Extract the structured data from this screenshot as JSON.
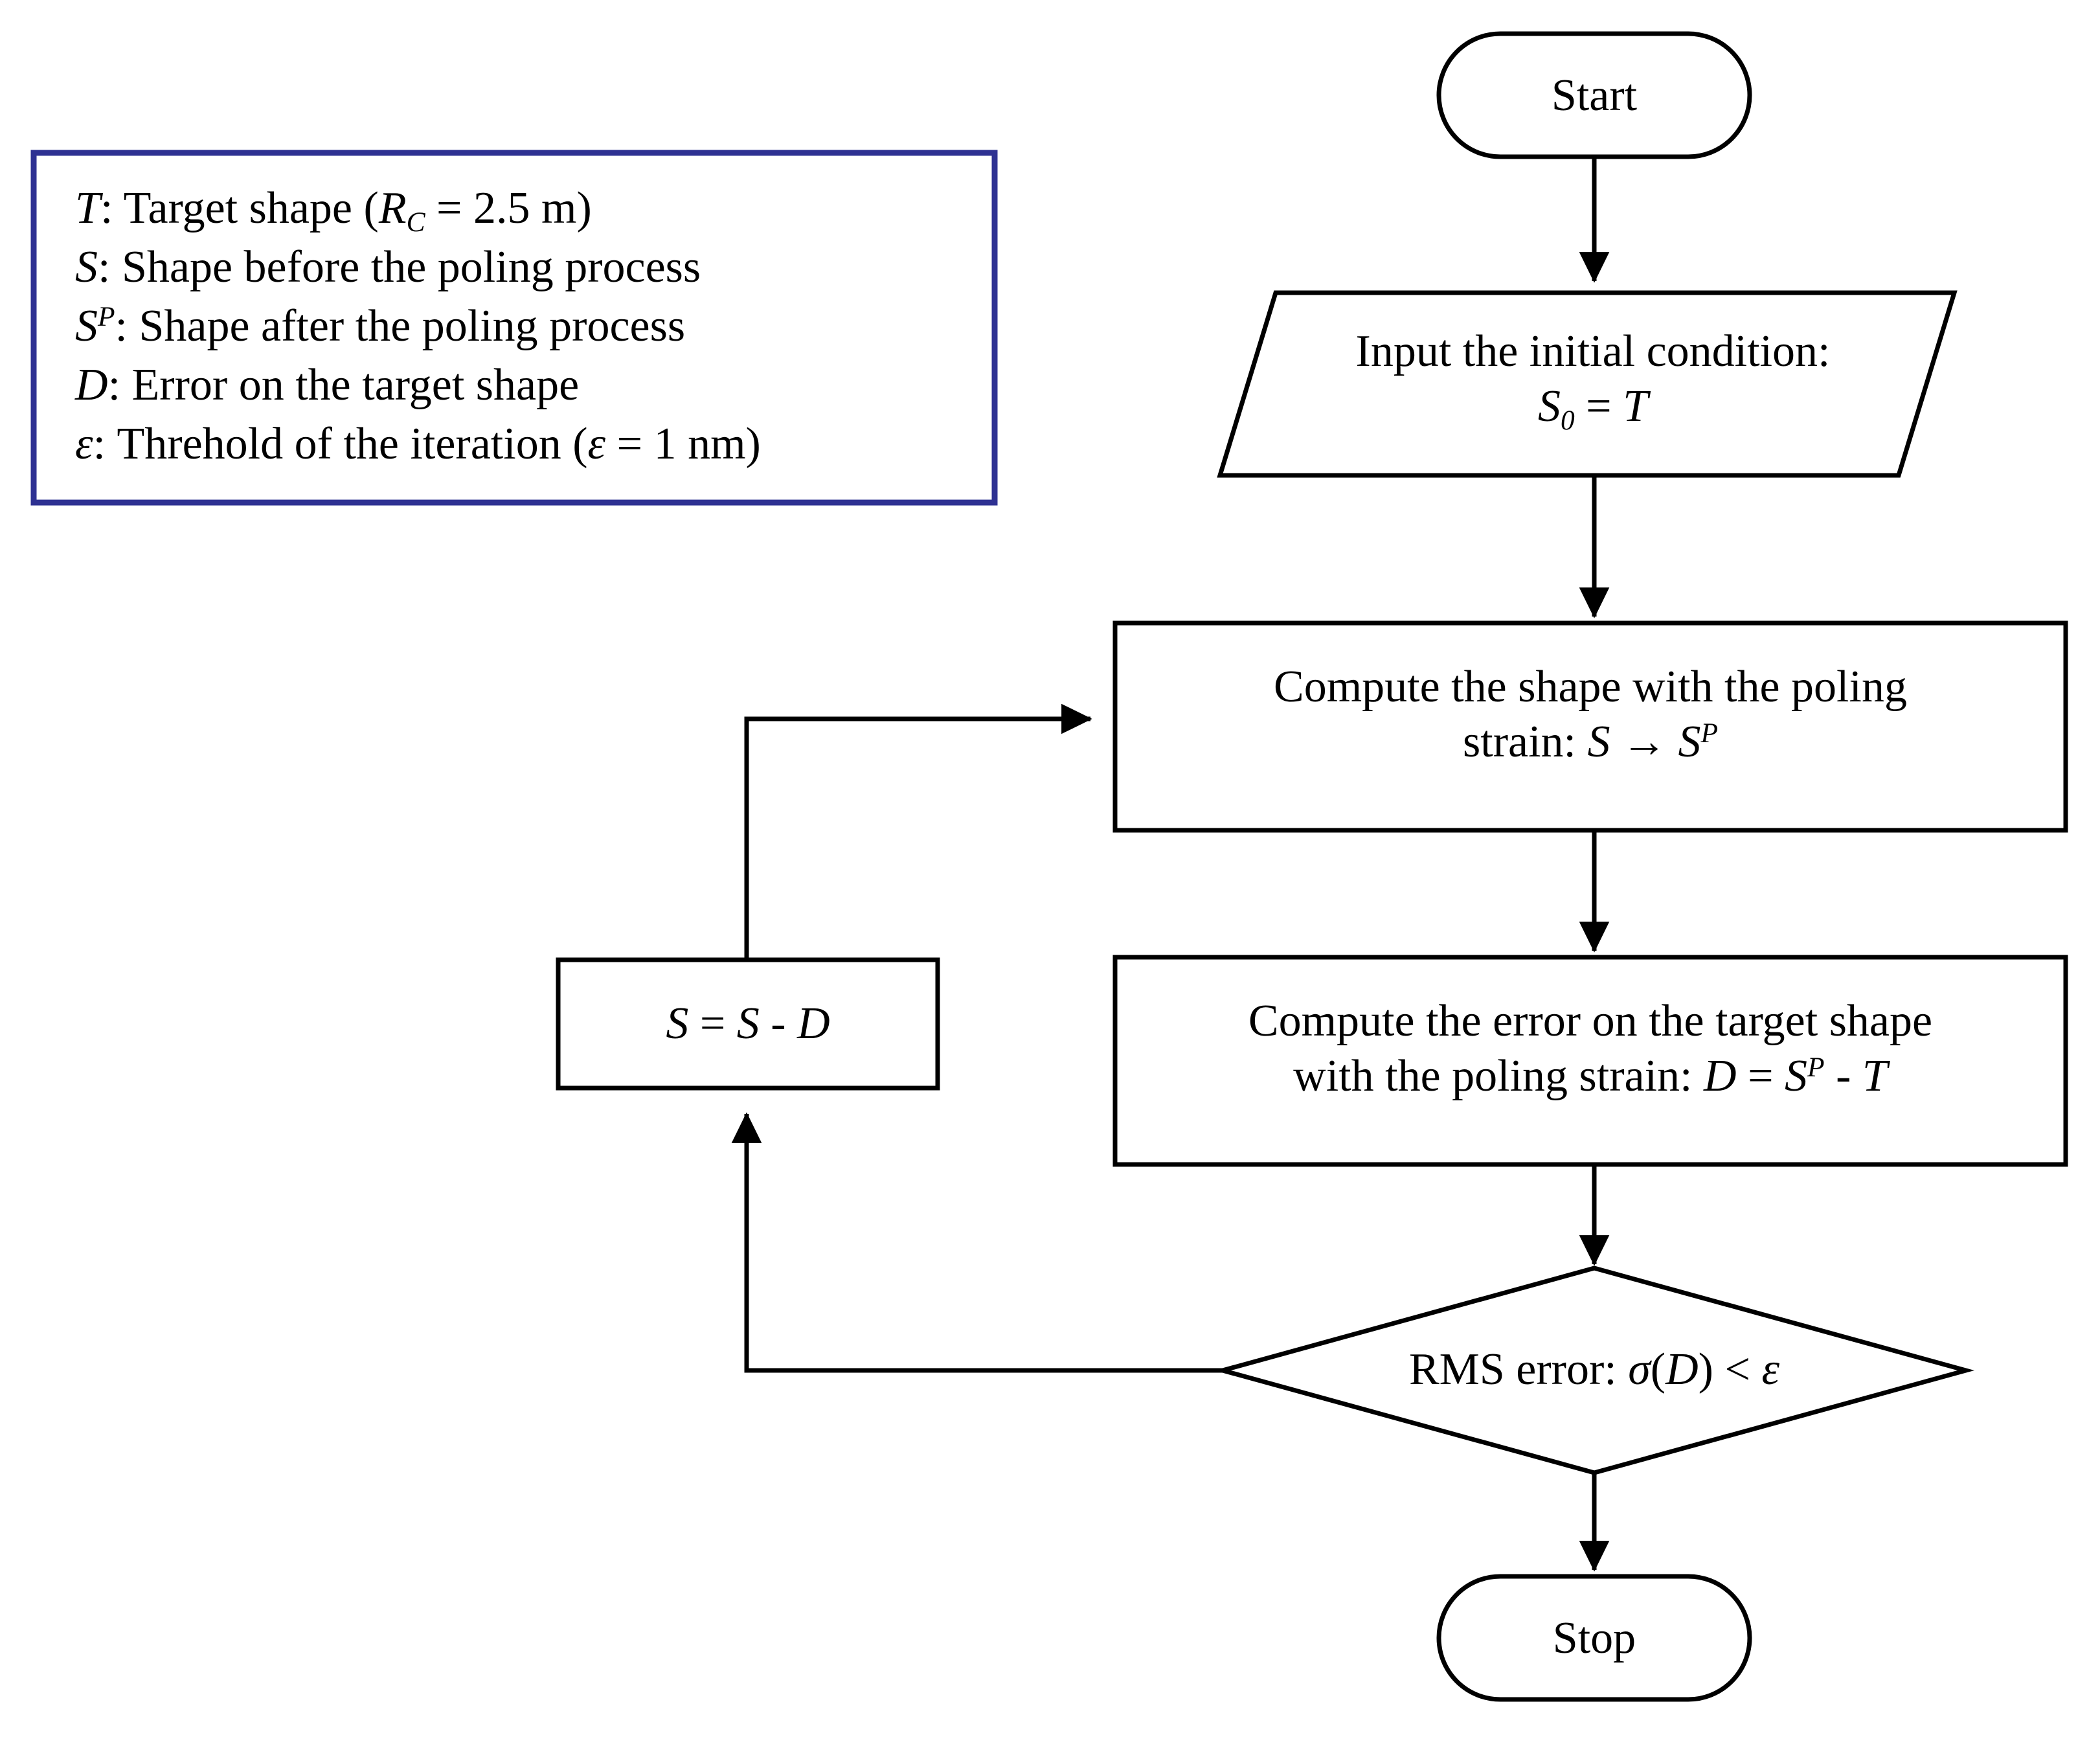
{
  "diagram": {
    "title": "Iterative poling-strain shape correction flowchart",
    "legend": {
      "name": "symbol-legend",
      "border_color": "#2E3192",
      "lines": [
        {
          "symbol": "T",
          "symbol_style": "italic",
          "text": ": Target shape (",
          "sub_symbol": "R",
          "sub": "C",
          "tail": " = 2.5 m)",
          "plain": "T: Target shape (RC = 2.5 m)"
        },
        {
          "symbol": "S",
          "symbol_style": "italic",
          "plain": "S: Shape before the poling process",
          "text": ": Shape before the poling process"
        },
        {
          "symbol": "S",
          "sup": "P",
          "symbol_style": "italic",
          "plain": "SP: Shape after the poling process",
          "text": ": Shape after the poling process"
        },
        {
          "symbol": "D",
          "symbol_style": "italic",
          "plain": "D: Error on the target shape",
          "text": ": Error on the target shape"
        },
        {
          "symbol": "ε",
          "symbol_style": "italic",
          "plain": "ε: Threhold of the iteration (ε = 1 nm)",
          "text": ": Threhold of the iteration (",
          "tail": " = 1 nm)"
        }
      ]
    },
    "nodes": [
      {
        "id": "start",
        "type": "terminator",
        "label": "Start"
      },
      {
        "id": "input",
        "type": "input-output",
        "line1": "Input the initial condition:",
        "line2_symbol": "S",
        "line2_sub": "0",
        "line2_tail": " = ",
        "line2_rhs": "T",
        "line2_plain": "S0 = T"
      },
      {
        "id": "compute-shape",
        "type": "process",
        "line1": "Compute the shape with the poling",
        "line2_prefix": "strain: ",
        "line2_lhs": "S",
        "line2_arrow": " → ",
        "line2_rhs": "S",
        "line2_rhs_sup": "P",
        "line2_plain": "strain: S → SP"
      },
      {
        "id": "compute-error",
        "type": "process",
        "line1": "Compute the error on the target shape",
        "line2_prefix": "with the poling strain: ",
        "line2_lhs": "D",
        "line2_eq": " = ",
        "line2_rhs": "S",
        "line2_rhs_sup": "P",
        "line2_minus": " - ",
        "line2_last": "T",
        "line2_plain": "with the poling strain: D = SP - T"
      },
      {
        "id": "update",
        "type": "process",
        "lhs": "S",
        "eq": " = ",
        "rhs": "S",
        "minus": " - ",
        "last": "D",
        "plain": "S = S - D"
      },
      {
        "id": "decision",
        "type": "decision",
        "prefix": "RMS error: ",
        "sigma": "σ",
        "open": "(",
        "arg": "D",
        "close": ")",
        "cmp": " < ",
        "eps": "ε",
        "plain": "RMS error: σ(D) < ε"
      },
      {
        "id": "stop",
        "type": "terminator",
        "label": "Stop"
      }
    ],
    "connectors": [
      {
        "from": "start",
        "to": "input",
        "direction": "down",
        "arrow": true
      },
      {
        "from": "input",
        "to": "compute-shape",
        "direction": "down",
        "arrow": true
      },
      {
        "from": "compute-shape",
        "to": "compute-error",
        "direction": "down",
        "arrow": true
      },
      {
        "from": "compute-error",
        "to": "decision",
        "direction": "down",
        "arrow": true
      },
      {
        "from": "decision",
        "to": "stop",
        "direction": "down",
        "arrow": true
      },
      {
        "from": "decision",
        "to": "update",
        "direction": "left-then-up",
        "arrow": true
      },
      {
        "from": "update",
        "to": "compute-shape",
        "direction": "up-then-right",
        "arrow": true
      }
    ]
  }
}
